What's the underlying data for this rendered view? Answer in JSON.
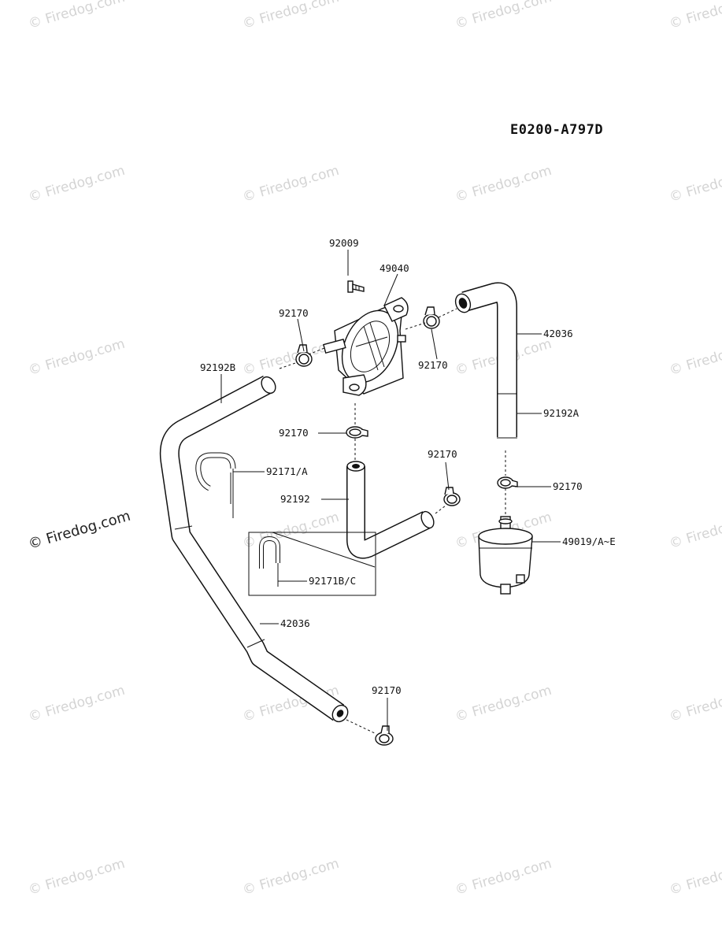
{
  "diagram_code": "E0200-A797D",
  "watermark": {
    "text": "© Firedog.com"
  },
  "parts": [
    {
      "id": "p-92009",
      "label": "92009"
    },
    {
      "id": "p-49040",
      "label": "49040"
    },
    {
      "id": "p-92170-a",
      "label": "92170"
    },
    {
      "id": "p-92170-b",
      "label": "92170"
    },
    {
      "id": "p-42036-a",
      "label": "42036"
    },
    {
      "id": "p-92192b",
      "label": "92192B"
    },
    {
      "id": "p-92192a",
      "label": "92192A"
    },
    {
      "id": "p-92170-c",
      "label": "92170"
    },
    {
      "id": "p-92170-d",
      "label": "92170"
    },
    {
      "id": "p-92171a",
      "label": "92171/A"
    },
    {
      "id": "p-92170-e",
      "label": "92170"
    },
    {
      "id": "p-92192",
      "label": "92192"
    },
    {
      "id": "p-49019",
      "label": "49019/A~E"
    },
    {
      "id": "p-92171bc",
      "label": "92171B/C"
    },
    {
      "id": "p-42036-b",
      "label": "42036"
    },
    {
      "id": "p-92170-f",
      "label": "92170"
    }
  ]
}
